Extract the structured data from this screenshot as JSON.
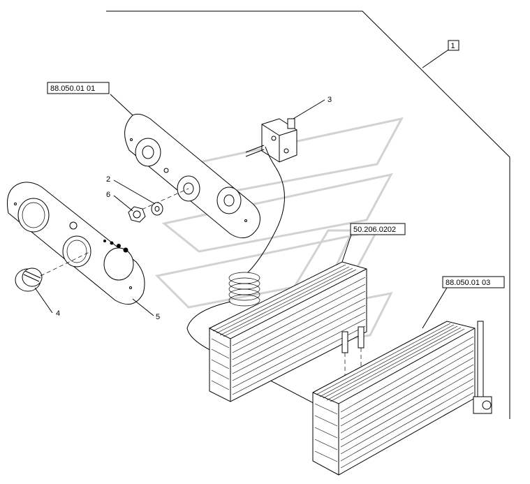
{
  "callouts": {
    "ref_panel": "88.050.01 01",
    "ref_evap_front": "50.206.0202",
    "ref_evap_rear": "88.050.01 03",
    "assembly": "1",
    "item_2": "2",
    "item_3": "3",
    "item_4": "4",
    "item_5": "5",
    "item_6": "6"
  }
}
